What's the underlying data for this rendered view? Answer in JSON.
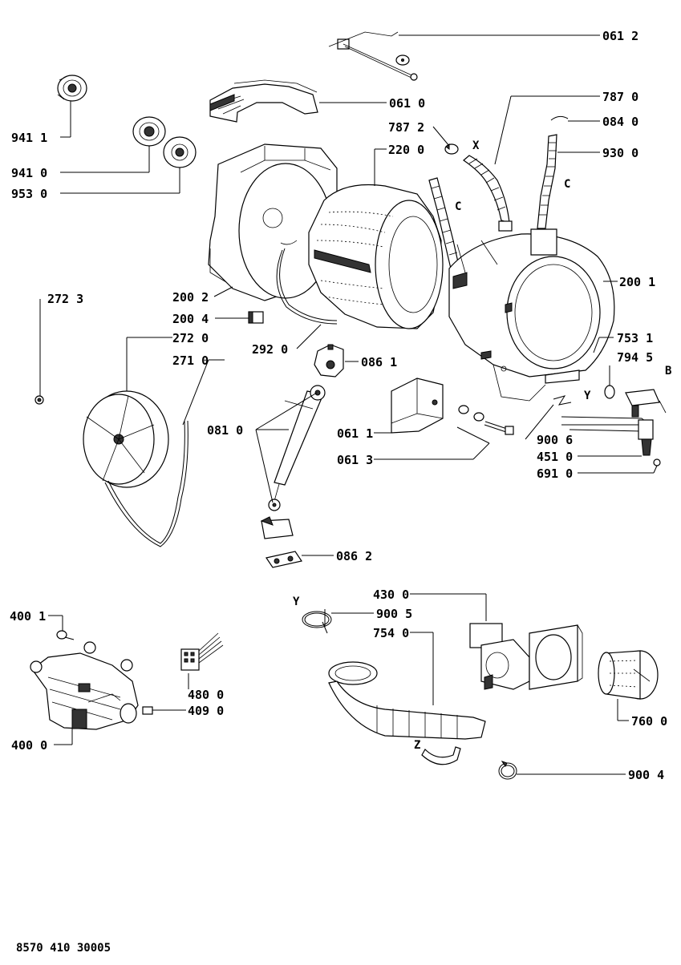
{
  "labels": {
    "p0612": "061 2",
    "p0610": "061 0",
    "p7870": "787 0",
    "p0840": "084 0",
    "p7872": "787 2",
    "p2200": "220 0",
    "p9300": "930 0",
    "p9411": "941 1",
    "p9410": "941 0",
    "p9530": "953 0",
    "p2723": "272 3",
    "p2002": "200 2",
    "p2004": "200 4",
    "p2720": "272 0",
    "p2710": "271 0",
    "p2920": "292 0",
    "p0861": "086 1",
    "p2001": "200 1",
    "p7531": "753 1",
    "p7945": "794 5",
    "p0810": "081 0",
    "p0611": "061 1",
    "p0613": "061 3",
    "p9006": "900 6",
    "p4510": "451 0",
    "p6910": "691 0",
    "p0862": "086 2",
    "p4001": "400 1",
    "p4300": "430 0",
    "p9005": "900 5",
    "p7540": "754 0",
    "p4800": "480 0",
    "p4090": "409 0",
    "p4000": "400 0",
    "p7600": "760 0",
    "p9004": "900 4"
  },
  "letters": {
    "x": "X",
    "c1": "C",
    "c2": "C",
    "y1": "Y",
    "b": "B",
    "y2": "Y",
    "z": "Z"
  },
  "footer": "8570 410 30005"
}
